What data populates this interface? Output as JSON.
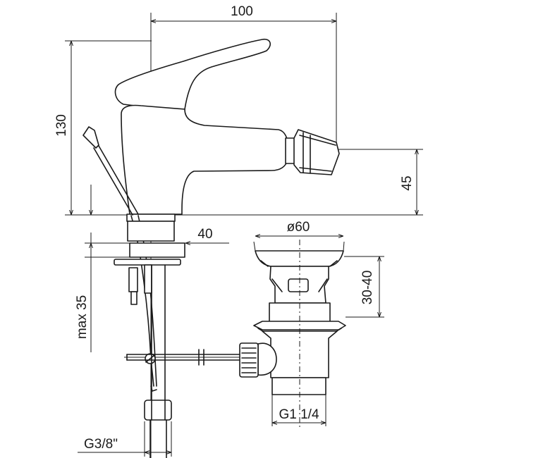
{
  "dimensions": {
    "width_top": "100",
    "height_total": "130",
    "spout_height": "45",
    "base_width": "40",
    "max_deck": "max 35",
    "waste_diameter": "ø60",
    "waste_range": "30-40",
    "waste_thread": "G1 1/4",
    "supply_thread": "G3/8\""
  }
}
